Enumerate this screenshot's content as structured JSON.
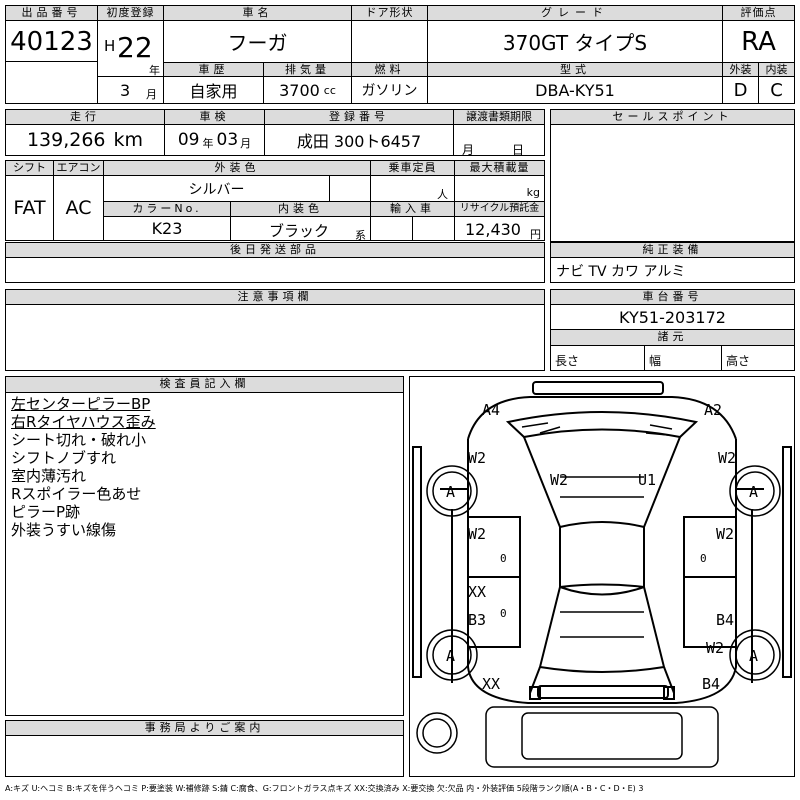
{
  "header": {
    "lot_label": "出品番号",
    "lot_no": "40123",
    "first_reg_label": "初度登録",
    "era": "H",
    "year": "22",
    "year_unit": "年",
    "month": "3",
    "month_unit": "月",
    "name_label": "車名",
    "name": "フーガ",
    "door_label": "ドア形状",
    "door": "",
    "grade_label": "グレード",
    "grade": "370GT タイプS",
    "score_label": "評価点",
    "score": "RA",
    "history_label": "車歴",
    "history": "自家用",
    "displacement_label": "排気量",
    "displacement": "3700",
    "displacement_unit": "cc",
    "fuel_label": "燃料",
    "fuel": "ガソリン",
    "model_label": "型式",
    "model": "DBA-KY51",
    "ext_label": "外装",
    "ext_grade": "D",
    "int_label": "内装",
    "int_grade": "C"
  },
  "row2": {
    "mileage_label": "走行",
    "mileage": "139,266",
    "mileage_unit": "km",
    "inspection_label": "車検",
    "insp_year": "09",
    "insp_year_unit": "年",
    "insp_month": "03",
    "insp_month_unit": "月",
    "reg_label": "登録番号",
    "reg_no": "成田 300ト6457",
    "transfer_label": "譲渡書類期限",
    "transfer_month": "月",
    "transfer_day": "日",
    "sales_label": "セールスポイント"
  },
  "row3": {
    "shift_label": "シフト",
    "shift": "FAT",
    "ac_label": "エアコン",
    "ac": "AC",
    "color_label": "外装色",
    "color": "シルバー",
    "capacity_label": "乗車定員",
    "capacity_unit": "人",
    "load_label": "最大積載量",
    "load_unit": "kg",
    "color_no_label": "カラーNo.",
    "color_no": "K23",
    "interior_label": "内装色",
    "interior": "ブラック",
    "interior_unit": "系",
    "import_label": "輸入車",
    "recycle_label": "リサイクル預託金",
    "recycle": "12,430",
    "recycle_unit": "円"
  },
  "later_parts_label": "後日発送部品",
  "genuine": {
    "label": "純正装備",
    "items": "ナビ TV カワ アルミ"
  },
  "caution_label": "注意事項欄",
  "chassis": {
    "label": "車台番号",
    "number": "KY51-203172"
  },
  "dimensions": {
    "label": "諸元",
    "length": "長さ",
    "width": "幅",
    "height": "高さ"
  },
  "inspector": {
    "label": "検査員記入欄",
    "notes": [
      "左センターピラーBP",
      "右Rタイヤハウス歪み",
      "シート切れ・破れ小",
      "シフトノブすれ",
      "室内薄汚れ",
      "Rスポイラー色あせ",
      "ピラーP跡",
      "外装うすい線傷"
    ]
  },
  "office_label": "事務局よりご案内",
  "diagram_marks": [
    "A4",
    "A2",
    "W2",
    "W2",
    "W2",
    "U1",
    "W2",
    "W2",
    "XX",
    "XX",
    "B3",
    "B4",
    "W2",
    "B4",
    "A",
    "A",
    "A",
    "A",
    "0",
    "0",
    "0"
  ],
  "legend": "A:キズ U:ヘコミ B:キズを伴うヘコミ P:要塗装 W:補修跡 S:錆 C:腐食、G:フロントガラス点キズ XX:交換済み X:要交換 欠:欠品 内・外装評価 5段階ランク順(A・B・C・D・E) 3"
}
